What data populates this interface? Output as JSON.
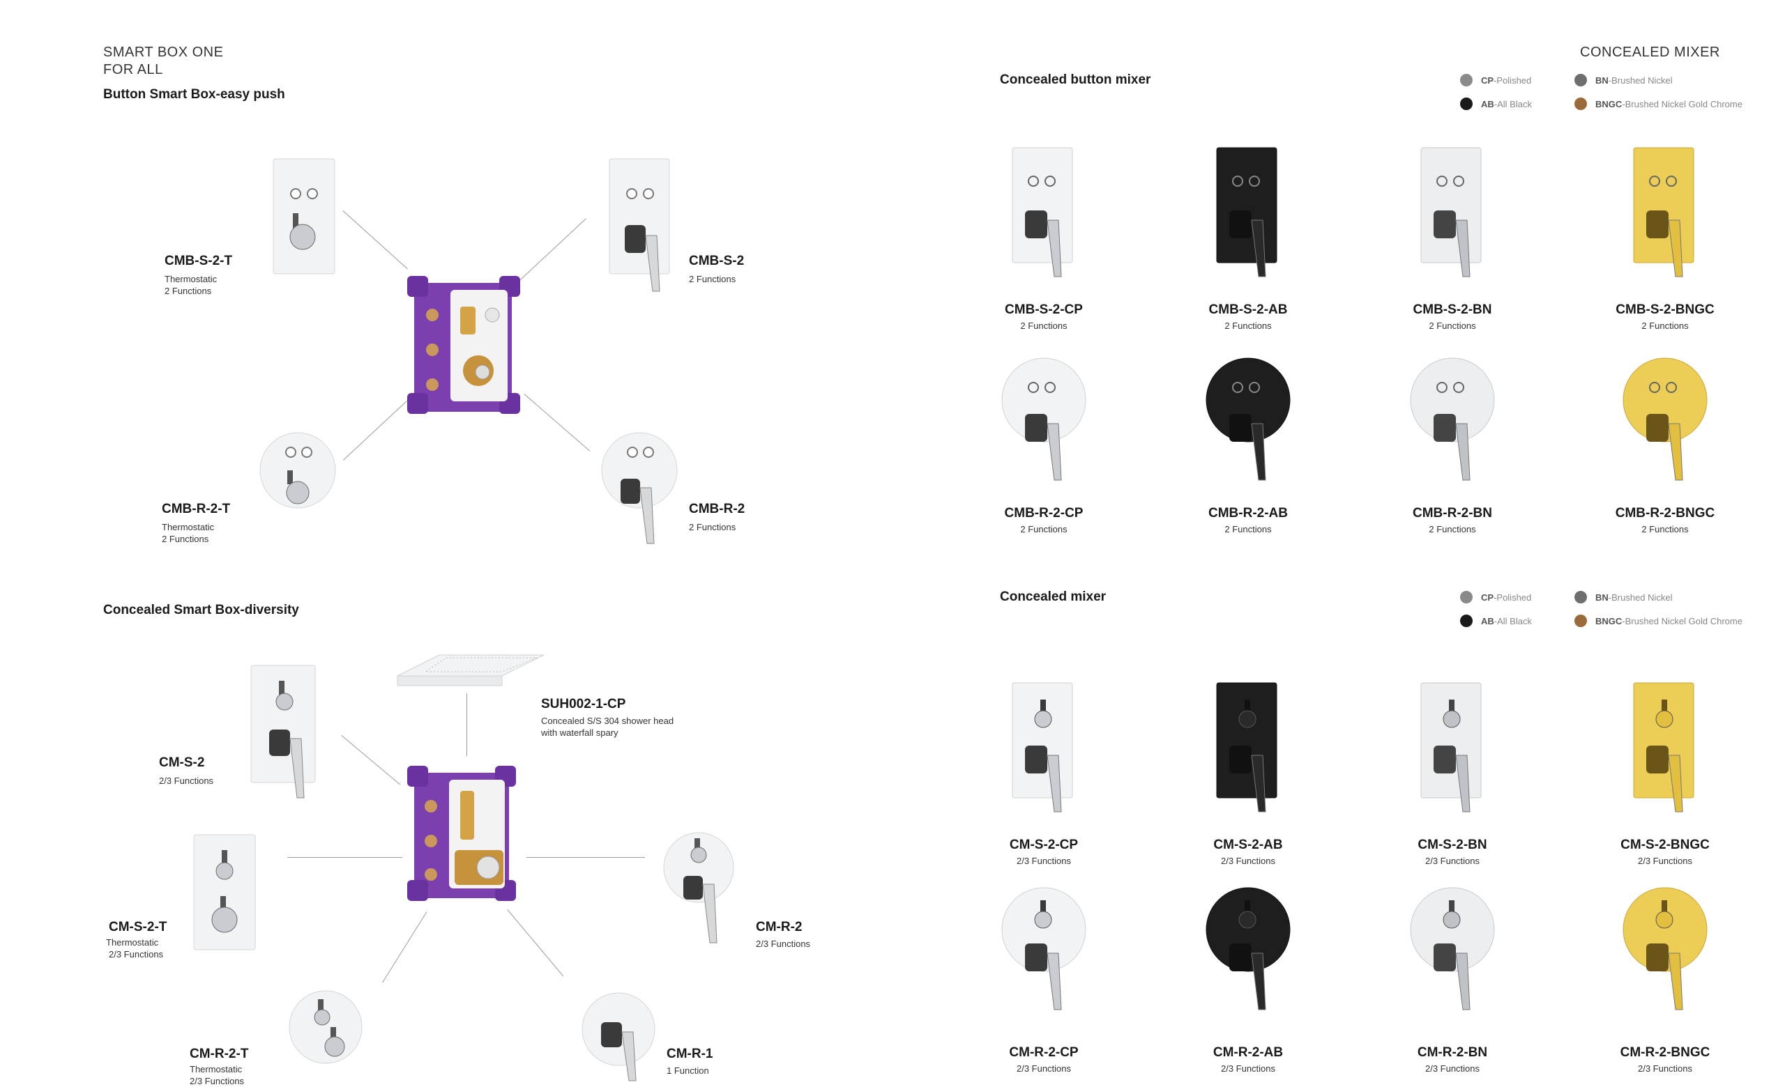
{
  "left": {
    "header_line1": "SMART BOX ONE",
    "header_line2": "FOR ALL",
    "section1_title": "Button Smart Box-easy push",
    "section2_title": "Concealed Smart Box-diversity",
    "button_box": [
      {
        "code": "CMB-S-2-T",
        "line1": "Thermostatic",
        "line2": "2 Functions"
      },
      {
        "code": "CMB-S-2",
        "line1": "2 Functions",
        "line2": ""
      },
      {
        "code": "CMB-R-2-T",
        "line1": "Thermostatic",
        "line2": "2 Functions"
      },
      {
        "code": "CMB-R-2",
        "line1": "2 Functions",
        "line2": ""
      }
    ],
    "concealed_box": [
      {
        "code": "CM-S-2",
        "line1": "2/3 Functions",
        "line2": ""
      },
      {
        "code": "SUH002-1-CP",
        "line1": "Concealed S/S 304 shower head",
        "line2": "with waterfall spary"
      },
      {
        "code": "CM-S-2-T",
        "line1": "Thermostatic",
        "line2": "2/3 Functions"
      },
      {
        "code": "CM-R-2",
        "line1": "2/3 Functions",
        "line2": ""
      },
      {
        "code": "CM-R-2-T",
        "line1": "Thermostatic",
        "line2": "2/3 Functions"
      },
      {
        "code": "CM-R-1",
        "line1": "1 Function",
        "line2": ""
      }
    ]
  },
  "right": {
    "header": "CONCEALED MIXER",
    "section1_title": "Concealed button mixer",
    "section2_title": "Concealed mixer",
    "legend": [
      {
        "code": "CP",
        "label": "Polished",
        "color": "#8a8a8a"
      },
      {
        "code": "BN",
        "label": "Brushed Nickel",
        "color": "#6e6e6e"
      },
      {
        "code": "AB",
        "label": "All Black",
        "color": "#1a1a1a"
      },
      {
        "code": "BNGC",
        "label": "Brushed Nickel Gold Chrome",
        "color": "#9a6a3a"
      }
    ],
    "legend_sep": "-",
    "button_mixers": [
      {
        "code": "CMB-S-2-CP",
        "fn": "2 Functions"
      },
      {
        "code": "CMB-S-2-AB",
        "fn": "2 Functions"
      },
      {
        "code": "CMB-S-2-BN",
        "fn": "2 Functions"
      },
      {
        "code": "CMB-S-2-BNGC",
        "fn": "2 Functions"
      },
      {
        "code": "CMB-R-2-CP",
        "fn": "2 Functions"
      },
      {
        "code": "CMB-R-2-AB",
        "fn": "2 Functions"
      },
      {
        "code": "CMB-R-2-BN",
        "fn": "2 Functions"
      },
      {
        "code": "CMB-R-2-BNGC",
        "fn": "2 Functions"
      }
    ],
    "mixers": [
      {
        "code": "CM-S-2-CP",
        "fn": "2/3 Functions"
      },
      {
        "code": "CM-S-2-AB",
        "fn": "2/3 Functions"
      },
      {
        "code": "CM-S-2-BN",
        "fn": "2/3 Functions"
      },
      {
        "code": "CM-S-2-BNGC",
        "fn": "2/3 Functions"
      },
      {
        "code": "CM-R-2-CP",
        "fn": "2/3 Functions"
      },
      {
        "code": "CM-R-2-AB",
        "fn": "2/3 Functions"
      },
      {
        "code": "CM-R-2-BN",
        "fn": "2/3 Functions"
      },
      {
        "code": "CM-R-2-BNGC",
        "fn": "2/3 Functions"
      }
    ]
  },
  "colors": {
    "chrome": "#c9ccd0",
    "black": "#1c1c1c",
    "gold": "#e9c64a",
    "box_purple": "#7b3fb0"
  }
}
